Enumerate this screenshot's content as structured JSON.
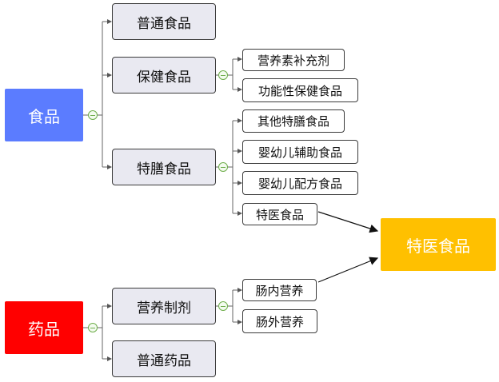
{
  "colors": {
    "root_food": "#5b7cff",
    "root_drug": "#ff0000",
    "target": "#ffc000"
  },
  "roots": {
    "food": "食品",
    "drug": "药品"
  },
  "food_children": {
    "regular": "普通食品",
    "health": "保健食品",
    "special_diet": "特膳食品"
  },
  "health_children": {
    "supplement": "营养素补充剂",
    "functional": "功能性保健食品"
  },
  "special_diet_children": {
    "other": "其他特膳食品",
    "infant_aux": "婴幼儿辅助食品",
    "infant_formula": "婴幼儿配方食品",
    "medical": "特医食品"
  },
  "drug_children": {
    "nutrition": "营养制剂",
    "regular": "普通药品"
  },
  "nutrition_children": {
    "enteral": "肠内营养",
    "parenteral": "肠外营养"
  },
  "target": "特医食品"
}
